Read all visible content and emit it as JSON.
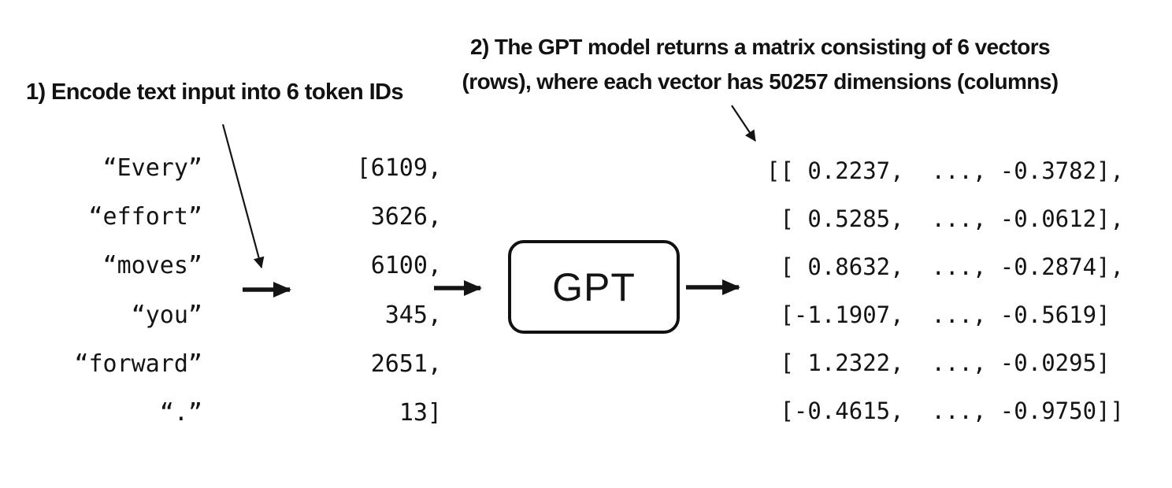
{
  "annotations": {
    "step1": "1) Encode text input into 6 token IDs",
    "step2_line1": "2) The GPT model returns a matrix consisting of 6 vectors",
    "step2_line2": "(rows), where each vector has 50257 dimensions (columns)"
  },
  "input": {
    "tokens": [
      "“Every”",
      "“effort”",
      "“moves”",
      "“you”",
      "“forward”",
      "“.”"
    ],
    "token_ids": [
      "[6109,",
      "3626,",
      "6100,",
      "345,",
      "2651,",
      "13]"
    ]
  },
  "model": {
    "label": "GPT"
  },
  "output": {
    "matrix_rows": [
      "[[ 0.2237,  ..., -0.3782],",
      " [ 0.5285,  ..., -0.0612],",
      " [ 0.8632,  ..., -0.2874],",
      " [-1.1907,  ..., -0.5619]",
      " [ 1.2322,  ..., -0.0295]",
      " [-0.4615,  ..., -0.9750]]"
    ]
  },
  "icons": {
    "arrow_step1_pointer": "thin-diagonal-arrow",
    "arrow_step2_pointer": "thin-diagonal-arrow",
    "arrow_tokens_to_ids": "thick-right-arrow",
    "arrow_ids_to_gpt": "thick-right-arrow",
    "arrow_gpt_to_matrix": "thick-right-arrow"
  },
  "colors": {
    "ink": "#141414",
    "background": "#ffffff"
  }
}
